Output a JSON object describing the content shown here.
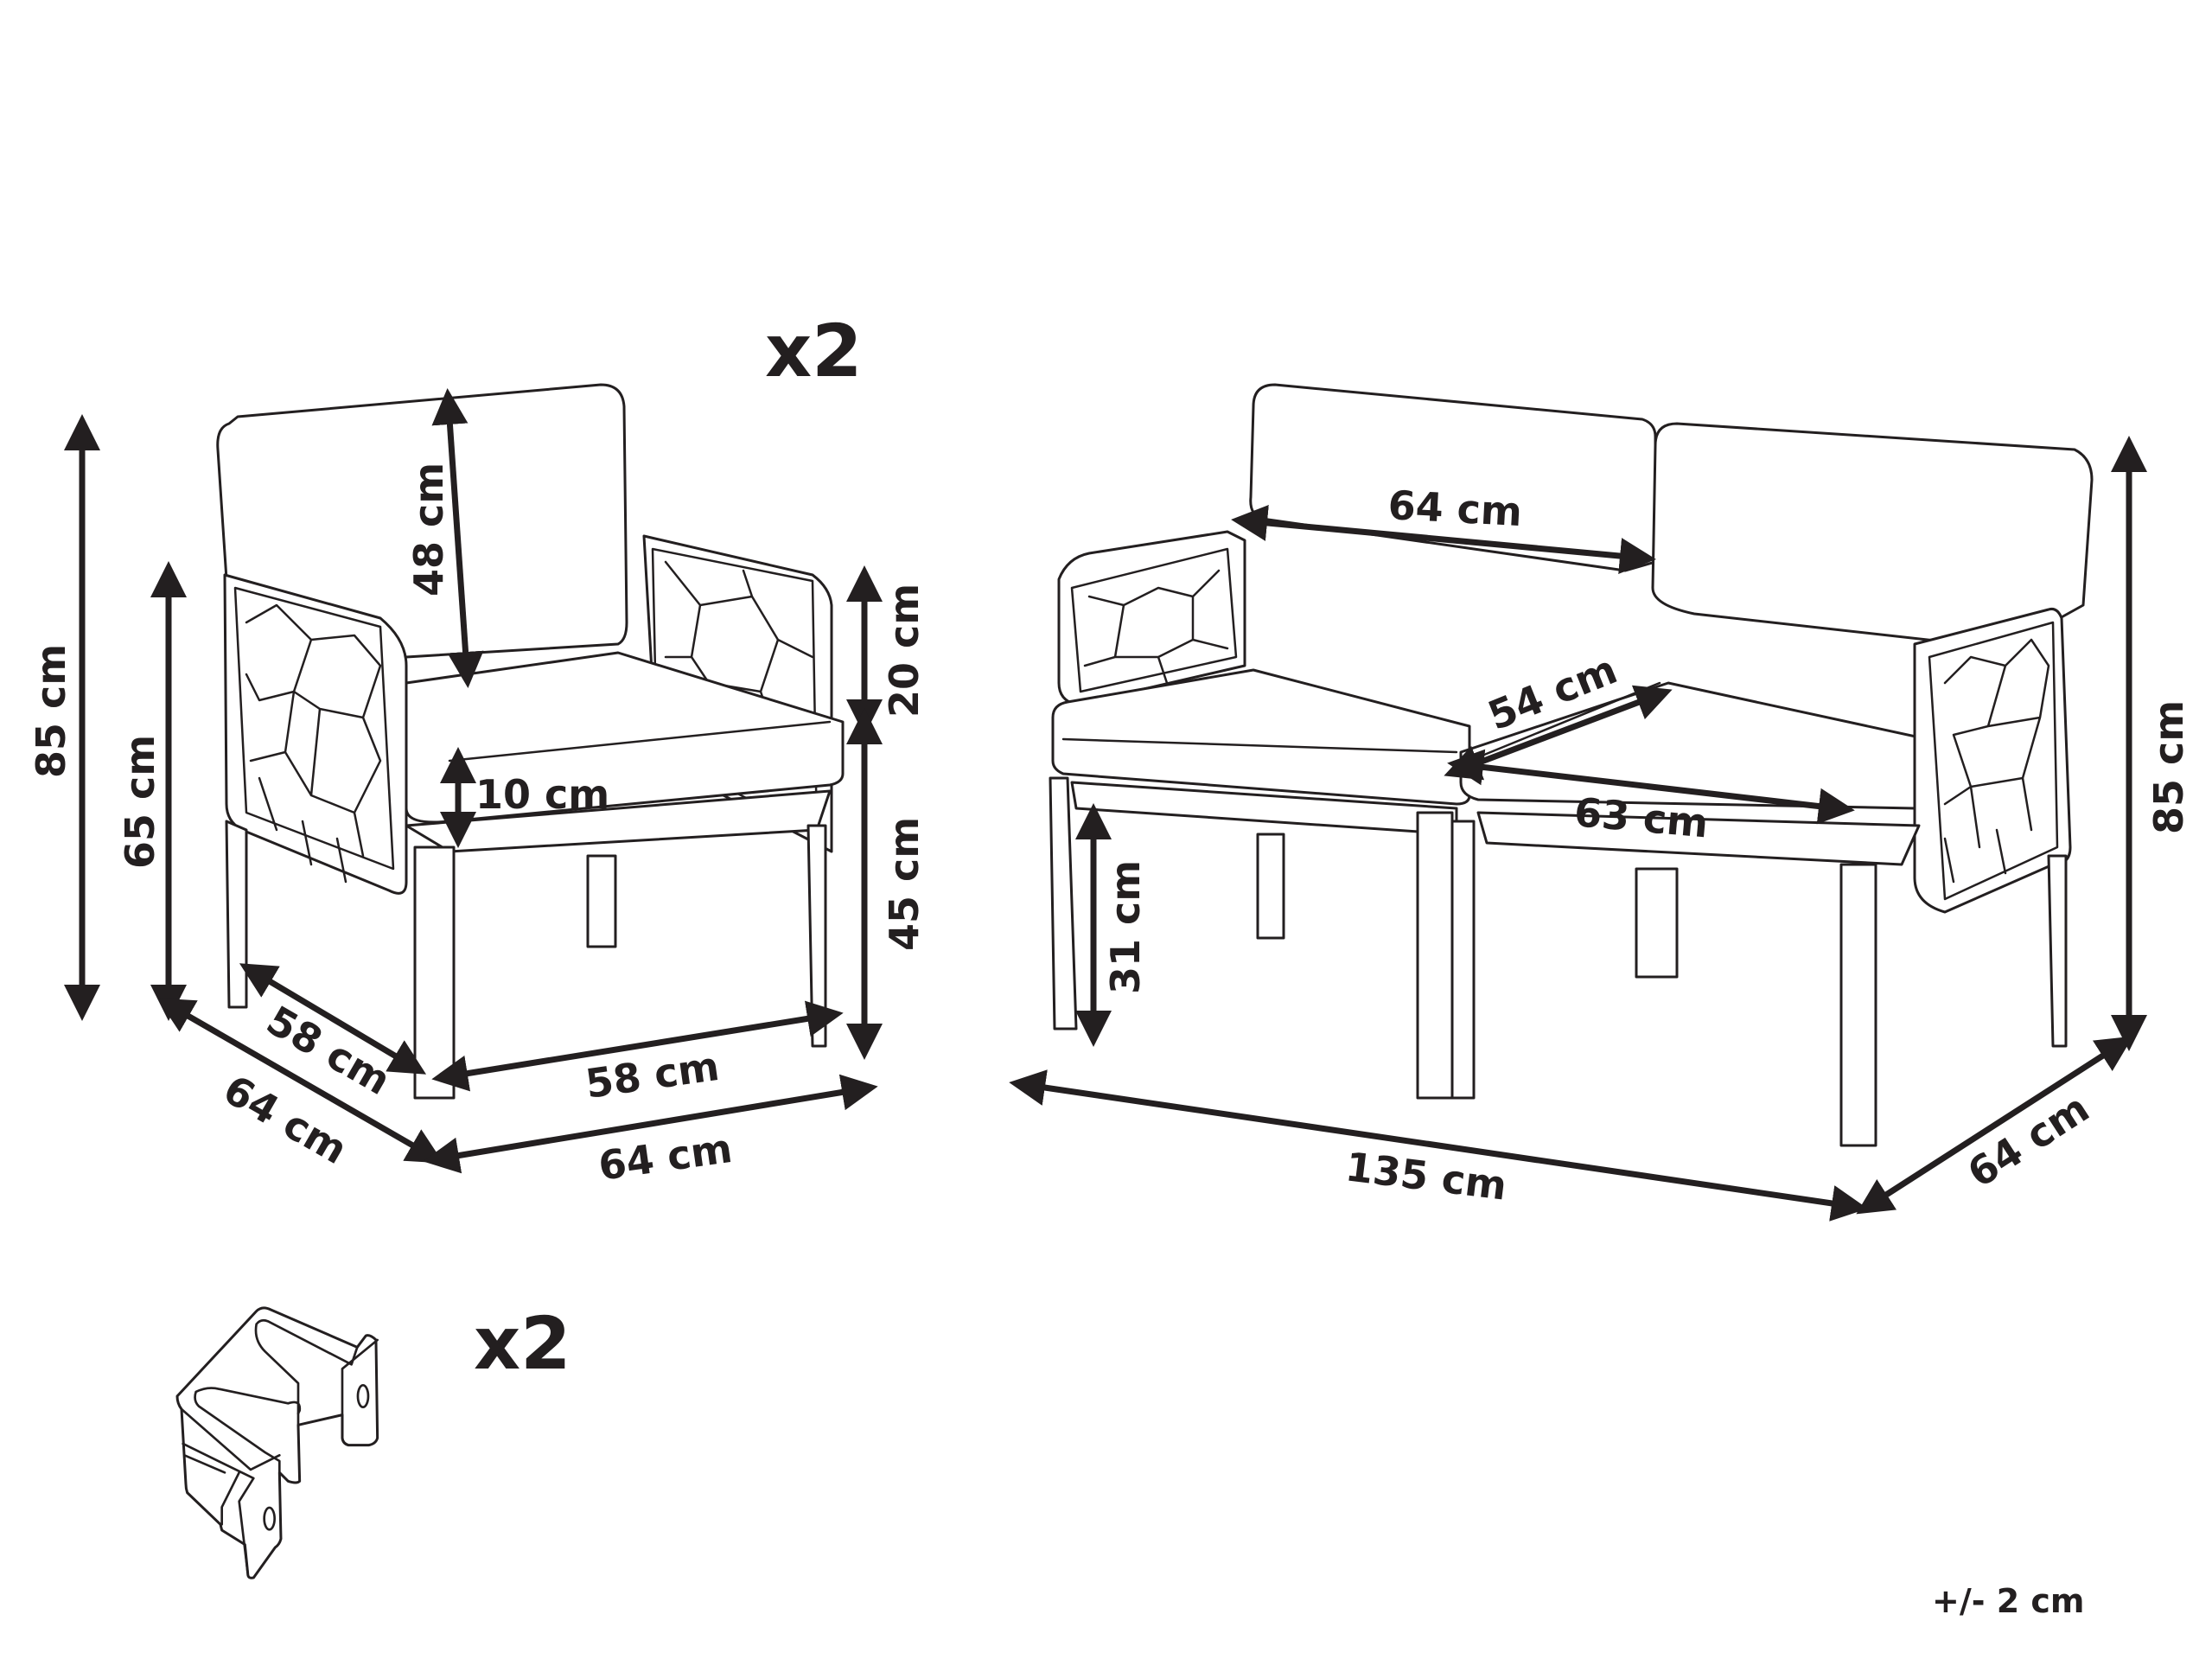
{
  "diagram": {
    "type": "product-dimension-drawing",
    "armchair": {
      "quantity": "x2",
      "dimensions": {
        "total_height": "85 cm",
        "armrest_height": "65 cm",
        "backrest_height": "48 cm",
        "armrest_above_seat": "20 cm",
        "seat_height": "45 cm",
        "cushion_thickness": "10 cm",
        "seat_depth": "58 cm",
        "seat_width": "58 cm",
        "total_depth": "64 cm",
        "total_width": "64 cm"
      }
    },
    "sofa": {
      "dimensions": {
        "backrest_width": "64 cm",
        "seat_depth": "54 cm",
        "seat_width": "63 cm",
        "leg_clearance": "31 cm",
        "total_width": "135 cm",
        "total_depth": "64 cm",
        "total_height": "85 cm"
      }
    },
    "connector_bracket": {
      "quantity": "x2"
    },
    "tolerance": "+/- 2 cm",
    "colors": {
      "line": "#231f20",
      "background": "#ffffff"
    }
  }
}
